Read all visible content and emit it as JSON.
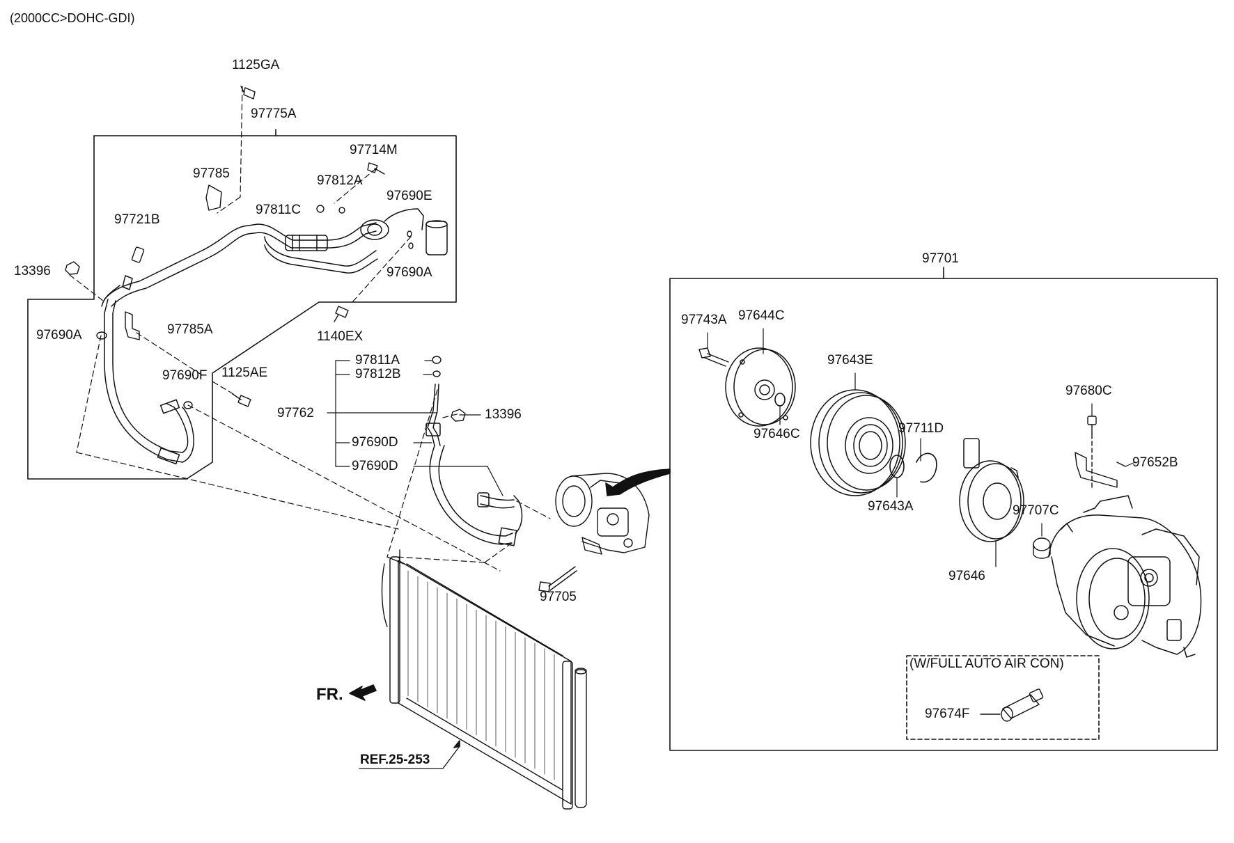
{
  "header": {
    "engine_spec": "(2000CC>DOHC-GDI)"
  },
  "parts": {
    "p1125GA": "1125GA",
    "p97775A": "97775A",
    "p97714M": "97714M",
    "p97785": "97785",
    "p97812A": "97812A",
    "p97690E": "97690E",
    "p97811C": "97811C",
    "p97721B": "97721B",
    "p13396_left": "13396",
    "p97690A_top": "97690A",
    "p97690A_left": "97690A",
    "p97785A": "97785A",
    "p1140EX": "1140EX",
    "p97690F": "97690F",
    "p1125AE": "1125AE",
    "p97811A": "97811A",
    "p97812B": "97812B",
    "p97762": "97762",
    "p13396_right": "13396",
    "p97690D_a": "97690D",
    "p97690D_b": "97690D",
    "p97705": "97705",
    "p97701": "97701",
    "p97743A": "97743A",
    "p97644C": "97644C",
    "p97643E": "97643E",
    "p97646C": "97646C",
    "p97711D": "97711D",
    "p97680C": "97680C",
    "p97652B": "97652B",
    "p97643A": "97643A",
    "p97707C": "97707C",
    "p97646": "97646",
    "p97674F": "97674F"
  },
  "notes": {
    "full_auto": "(W/FULL AUTO AIR CON)",
    "front_marker": "FR.",
    "reference": "REF.25-253"
  }
}
